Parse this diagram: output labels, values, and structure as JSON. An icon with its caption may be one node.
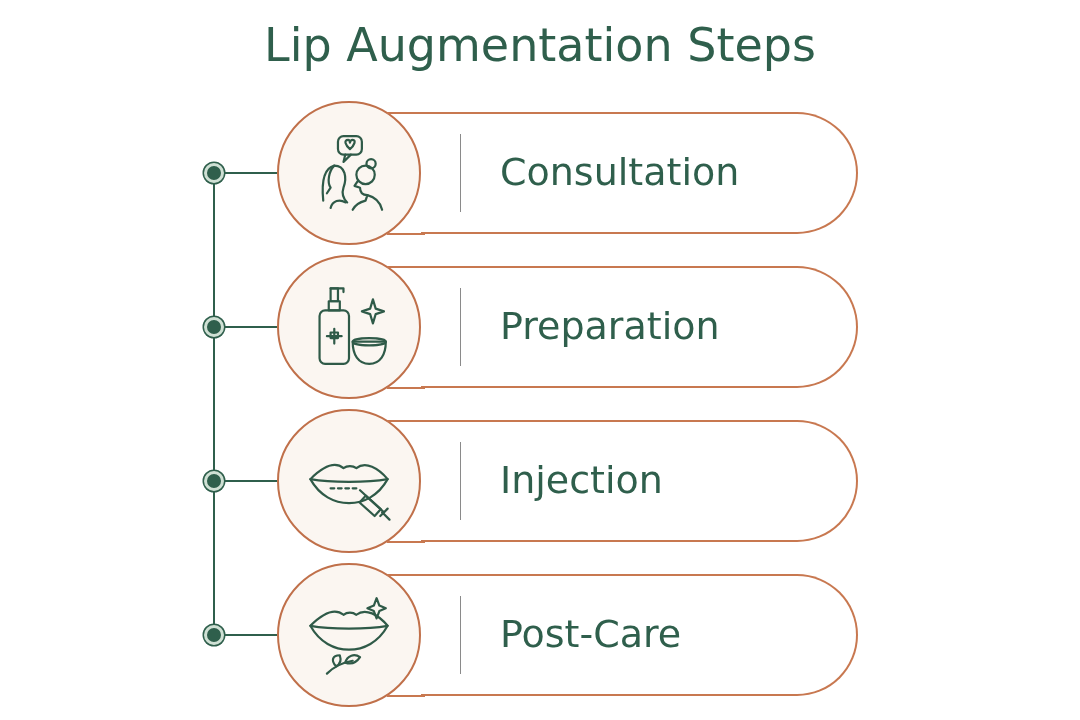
{
  "diagram": {
    "title": "Lip Augmentation Steps",
    "nodes": [
      {
        "text": [],
        "shape": "circle"
      },
      {
        "text": [],
        "shape": "circle"
      },
      {
        "text": [
          "Consultation"
        ]
      },
      {
        "text": [],
        "shape": "circle"
      },
      {
        "text": [],
        "shape": "circle"
      },
      {
        "text": [
          "Preparation"
        ]
      },
      {
        "text": [],
        "shape": "circle"
      },
      {
        "text": [],
        "shape": "circle"
      },
      {
        "text": [
          "Injection"
        ]
      },
      {
        "text": [],
        "shape": "circle"
      },
      {
        "text": [],
        "shape": "circle"
      },
      {
        "text": [
          "Post-Care"
        ]
      }
    ],
    "edges": [
      {
        "from": 0,
        "to": 1,
        "arrow": "none"
      },
      {
        "from": 3,
        "to": 4,
        "arrow": "none"
      },
      {
        "from": 6,
        "to": 7,
        "arrow": "none"
      },
      {
        "from": 9,
        "to": 10,
        "arrow": "none"
      },
      {
        "from": 0,
        "to": 3,
        "arrow": "none"
      },
      {
        "from": 3,
        "to": 6,
        "arrow": "none"
      },
      {
        "from": 6,
        "to": 9,
        "arrow": "none"
      }
    ]
  }
}
